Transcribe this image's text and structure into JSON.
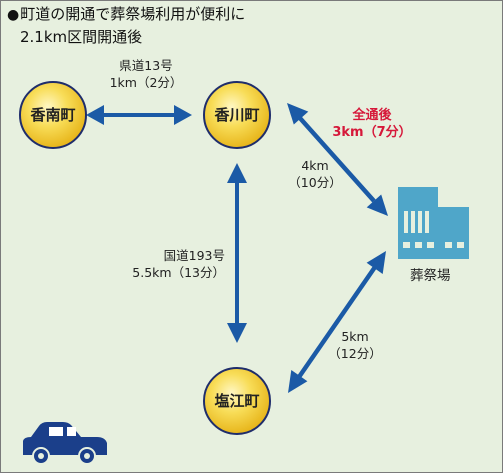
{
  "title": {
    "bullet": "●",
    "line1": "町道の開通で葬祭場利用が便利に",
    "line2": "2.1km区間開通後"
  },
  "nodes": {
    "kounan": "香南町",
    "kagawa": "香川町",
    "shionoe": "塩江町",
    "funeral_hall": "葬祭場"
  },
  "routes": {
    "prefectural": {
      "name": "県道13号",
      "distance": "1km（2分）"
    },
    "national": {
      "name": "国道193号",
      "distance": "5.5km（13分）"
    },
    "new_road": {
      "title": "全通後",
      "distance": "3km（7分）"
    },
    "kagawa_hall": {
      "distance": "4km",
      "time": "（10分）"
    },
    "shionoe_hall": {
      "distance": "5km",
      "time": "（12分）"
    }
  },
  "colors": {
    "background": "#e7f0df",
    "arrow": "#1b5aa6",
    "node_fill": "#f6d64a",
    "building": "#4fa6c9",
    "car": "#1b3f8a",
    "highlight_text": "#d6183a"
  },
  "icons": [
    "building-icon",
    "car-icon"
  ]
}
